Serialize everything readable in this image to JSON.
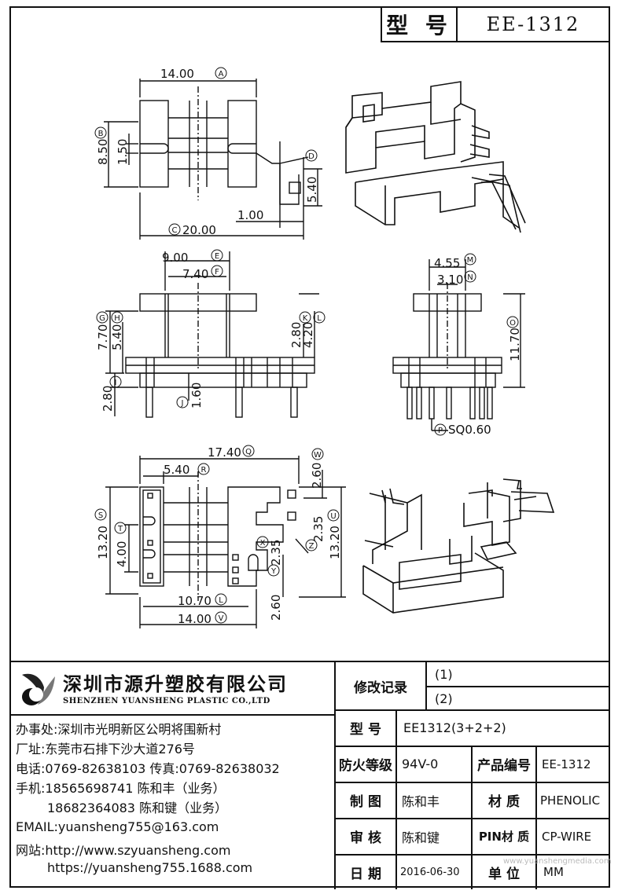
{
  "header": {
    "model_label": "型 号",
    "model_value": "EE-1312"
  },
  "dimensions": {
    "top_view": [
      "14.00",
      "8.50",
      "1.50",
      "5.40",
      "1.00",
      "20.00"
    ],
    "top_view_refs": [
      "A",
      "B",
      "C",
      "D"
    ],
    "front_view": [
      "9.00",
      "7.40",
      "7.70",
      "5.40",
      "2.80",
      "4.20",
      "2.80",
      "1.60"
    ],
    "front_view_refs": [
      "E",
      "F",
      "G",
      "H",
      "K",
      "L",
      "I",
      "J"
    ],
    "side_view": [
      "4.55",
      "3.10",
      "11.70",
      "SQ0.60"
    ],
    "side_view_refs": [
      "M",
      "N",
      "O",
      "P"
    ],
    "bottom_view": [
      "17.40",
      "5.40",
      "2.60",
      "13.20",
      "4.00",
      "2.35",
      "2.35",
      "13.20",
      "10.70",
      "2.60",
      "14.00"
    ],
    "bottom_view_refs": [
      "Q",
      "R",
      "W",
      "S",
      "T",
      "X",
      "Z",
      "U",
      "L",
      "Y",
      "V"
    ]
  },
  "company": {
    "name_cn": "深圳市源升塑胶有限公司",
    "name_en": "SHENZHEN YUANSHENG PLASTIC CO.,LTD",
    "office": "办事处:深圳市光明新区公明将围新村",
    "factory": "厂址:东莞市石排下沙大道276号",
    "phone": "电话:0769-82638103 传真:0769-82638032",
    "mobile1": "手机:18565698741 陈和丰（业务）",
    "mobile2": "18682364083 陈和键（业务）",
    "email": "EMAIL:yuansheng755@163.com",
    "website1": "网站:http://www.szyuansheng.com",
    "website2": "https://yuansheng755.1688.com"
  },
  "table": {
    "revision_label": "修改记录",
    "revision_1": "(1)",
    "revision_2": "(2)",
    "model_label": "型 号",
    "model_value": "EE1312(3+2+2)",
    "fire_label": "防火等级",
    "fire_value": "94V-0",
    "product_no_label": "产品编号",
    "product_no_value": "EE-1312",
    "drawn_label": "制 图",
    "drawn_value": "陈和丰",
    "material_label": "材 质",
    "material_value": "PHENOLIC",
    "checked_label": "审 核",
    "checked_value": "陈和键",
    "pin_label": "PIN材 质",
    "pin_value": "CP-WIRE",
    "date_label": "日 期",
    "date_value": "2016-06-30",
    "unit_label": "单 位",
    "unit_value": "MM"
  },
  "watermark": "www.yuanshengmedia.com"
}
